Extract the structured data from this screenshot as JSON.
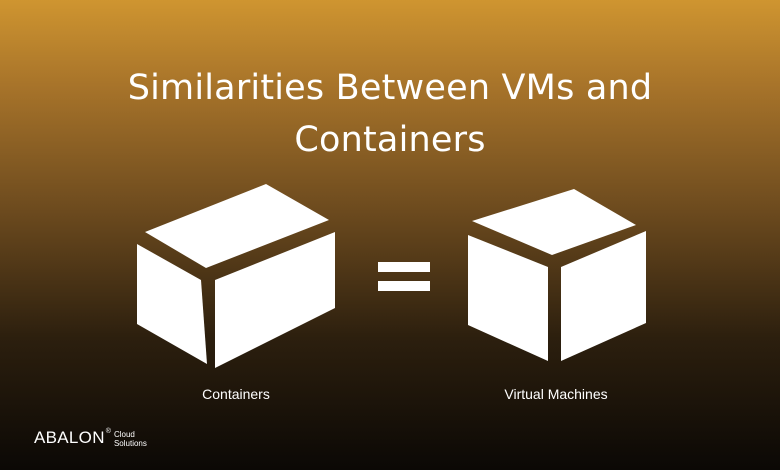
{
  "slide": {
    "title_line1": "Similarities Between VMs and",
    "title_line2": "Containers",
    "left_label": "Containers",
    "right_label": "Virtual Machines"
  },
  "logo": {
    "brand": "ABALON",
    "registered": "®",
    "sub_line1": "Cloud",
    "sub_line2": "Solutions"
  },
  "colors": {
    "gradient_top": "#cf9530",
    "gradient_bottom": "#0b0805",
    "foreground": "#ffffff"
  },
  "icons": {
    "left": "box-icon",
    "middle": "equals-icon",
    "right": "cube-icon"
  }
}
